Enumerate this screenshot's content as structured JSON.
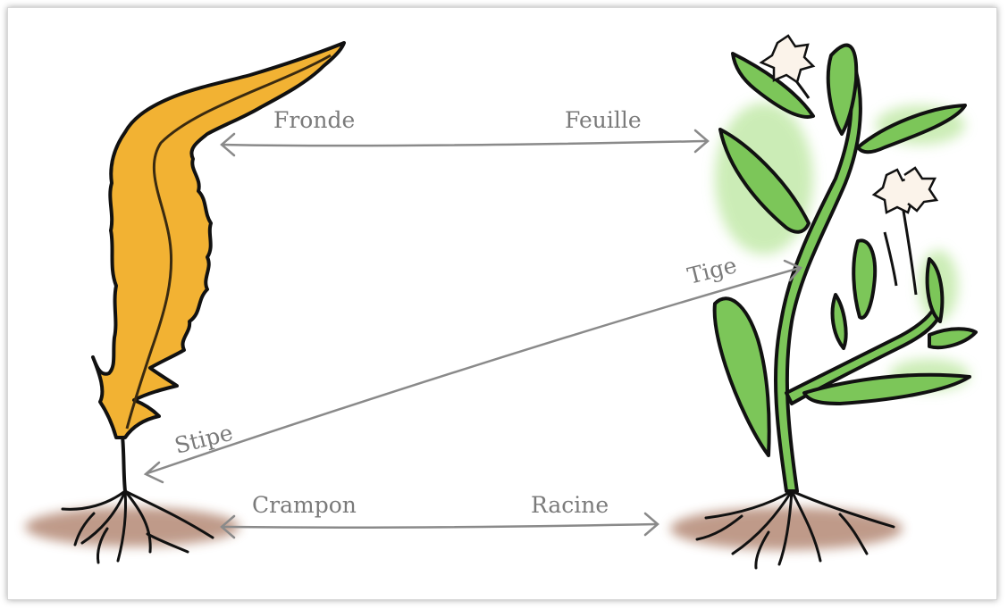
{
  "labels": {
    "fronde": "Fronde",
    "feuille": "Feuille",
    "tige": "Tige",
    "stipe": "Stipe",
    "crampon": "Crampon",
    "racine": "Racine"
  },
  "colors": {
    "seaweed": "#f2b233",
    "plant": "#7cc659",
    "plant_glow": "#bfe8a4",
    "soil": "#8b4a2a",
    "ink": "#111111",
    "arrow": "#8a8a8a"
  }
}
